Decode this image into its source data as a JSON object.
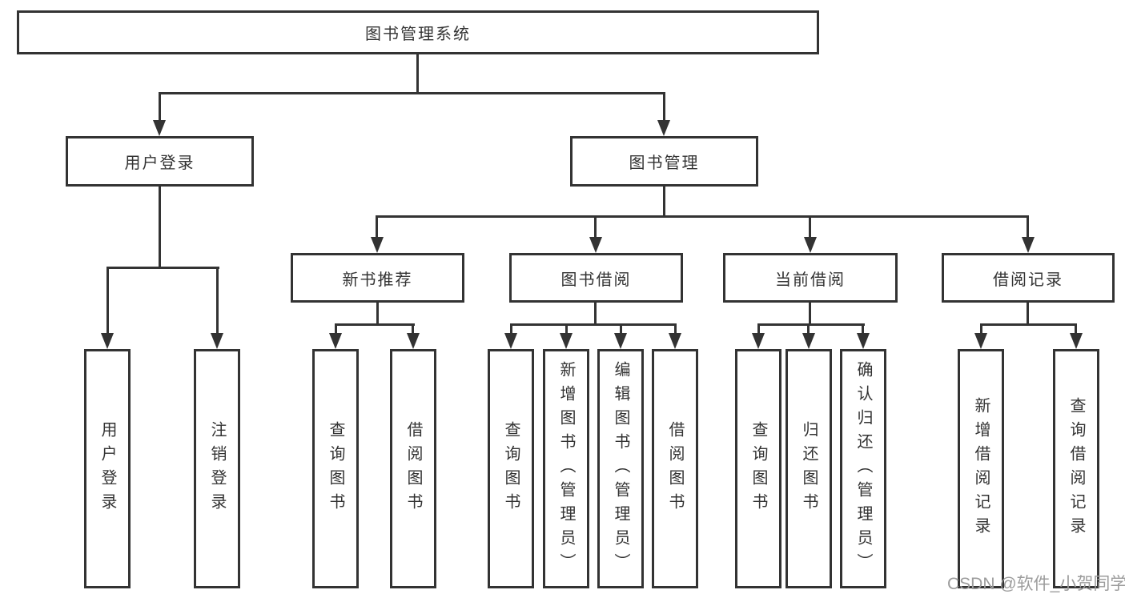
{
  "diagram": {
    "title": "图书管理系统",
    "level2": {
      "user_login": "用户登录",
      "book_mgmt": "图书管理"
    },
    "level3": {
      "new_books": "新书推荐",
      "borrowing": "图书借阅",
      "current": "当前借阅",
      "records": "借阅记录"
    },
    "leaves": {
      "user_login_leaf": "用户登录",
      "logout": "注销登录",
      "nb_query": "查询图书",
      "nb_borrow": "借阅图书",
      "bw_query": "查询图书",
      "bw_add": "新增图书（管理员）",
      "bw_edit": "编辑图书（管理员）",
      "bw_borrow": "借阅图书",
      "cur_query": "查询图书",
      "cur_return": "归还图书",
      "cur_confirm": "确认归还（管理员）",
      "rec_add": "新增借阅记录",
      "rec_query": "查询借阅记录"
    }
  },
  "watermark": "CSDN @软件_小贺同学",
  "colors": {
    "line": "#333333",
    "box_background": "#ffffff",
    "text": "#333333",
    "watermark": "#9c9c9c"
  }
}
